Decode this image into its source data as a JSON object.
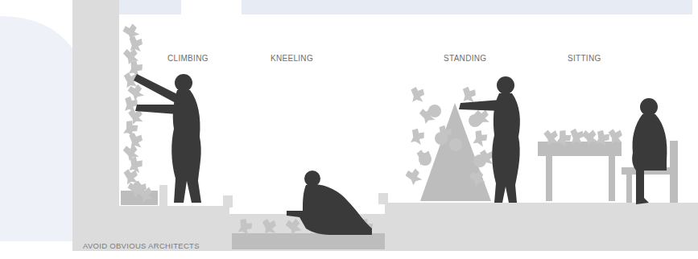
{
  "diagram": {
    "labels": [
      "CLIMBING",
      "KNEELING",
      "STANDING",
      "SITTING",
      "AVOID OBVIOUS ARCHITECTS"
    ]
  }
}
